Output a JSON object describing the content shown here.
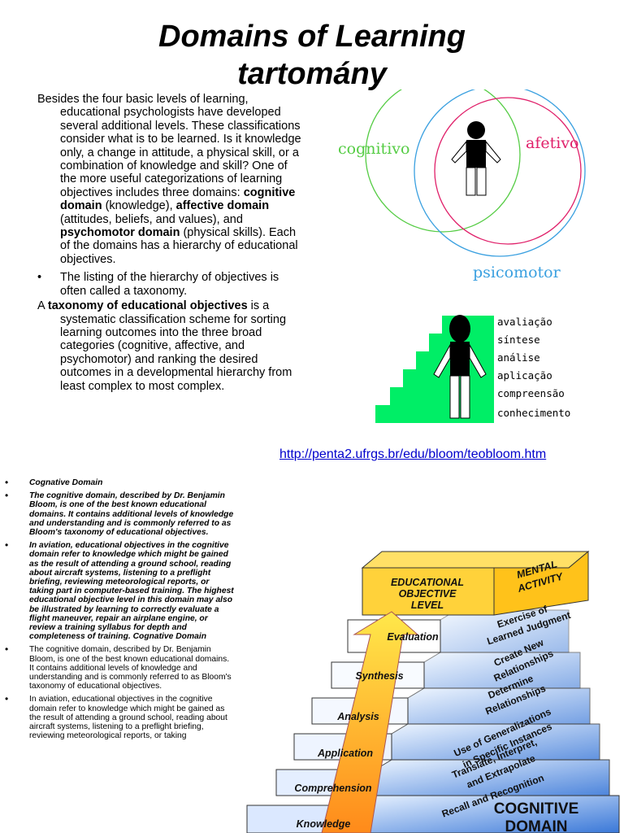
{
  "title_line1": "Domains of Learning",
  "title_line2": "tartomány",
  "intro": {
    "p1_a": "Besides the four basic levels of learning, educational psychologists have developed several additional levels. These classifications consider what is to be learned. Is it knowledge only, a change in attitude, a physical skill, or a combination of knowledge and skill? One of the more useful categorizations of learning objectives includes three domains: ",
    "p1_b1": "cognitive domain",
    "p1_c": " (knowledge), ",
    "p1_b2": "affective domain",
    "p1_d": " (attitudes, beliefs, and values), and ",
    "p1_b3": "psychomotor domain",
    "p1_e": " (physical skills). Each of the domains has a hierarchy of educational objectives.",
    "bullet": "•",
    "p2": "The listing of the hierarchy of objectives is often called a taxonomy.",
    "p3_a": "A ",
    "p3_b": "taxonomy of educational objectives",
    "p3_c": " is a systematic classification scheme for sorting learning outcomes into the three broad categories (cognitive, affective, and psychomotor) and ranking the desired outcomes in a developmental hierarchy from least complex to most complex."
  },
  "venn": {
    "cognitivo": "cognitivo",
    "afetivo": "afetivo",
    "psicomotor": "psicomotor",
    "colors": {
      "cognitivo": "#55cc44",
      "afetivo": "#e0206a",
      "psicomotor": "#3aa0e0"
    }
  },
  "stairs": {
    "levels": [
      "avaliação",
      "síntese",
      "análise",
      "aplicação",
      "compreensão",
      "conhecimento"
    ],
    "color": "#00ee66"
  },
  "link": "http://penta2.ufrgs.br/edu/bloom/teobloom.htm",
  "cog_list": [
    {
      "bold": true,
      "text": "Cognative Domain"
    },
    {
      "bold": true,
      "text": "The cognitive domain, described by Dr. Benjamin Bloom, is one of the best known educational domains. It contains additional levels of knowledge and understanding and is commonly referred to as Bloom's taxonomy of educational objectives."
    },
    {
      "bold": true,
      "text": "In aviation, educational objectives in the cognitive domain refer to knowledge which might be gained as the result of attending a ground school, reading about aircraft systems, listening to a preflight briefing, reviewing meteorological reports, or taking part in computer-based training. The highest educational objective level in this domain may also be illustrated by learning to correctly evaluate a flight maneuver, repair an airplane engine, or review a training syllabus for depth and completeness of training. Cognative Domain"
    },
    {
      "bold": false,
      "text": "The cognitive domain, described by Dr. Benjamin Bloom, is one of the best known educational domains. It contains additional levels of knowledge and understanding and is commonly referred to as Bloom's taxonomy of educational objectives."
    },
    {
      "bold": false,
      "text": "In aviation, educational objectives in the cognitive domain refer to knowledge which might be gained as the result of attending a ground school, reading about aircraft systems, listening to a preflight briefing, reviewing meteorological reports, or taking"
    }
  ],
  "pyramid": {
    "header_left": [
      "EDUCATIONAL",
      "OBJECTIVE",
      "LEVEL"
    ],
    "header_right": [
      "MENTAL",
      "ACTIVITY"
    ],
    "levels": [
      "Evaluation",
      "Synthesis",
      "Analysis",
      "Application",
      "Comprehension",
      "Knowledge"
    ],
    "activities": [
      [
        "Exercise of",
        "Learned Judgment"
      ],
      [
        "Create New",
        "Relationships"
      ],
      [
        "Determine",
        "Relationships"
      ],
      [
        "Use of Generalizations",
        "in Specific Instances"
      ],
      [
        "Translate, Interpret,",
        "and Extrapolate"
      ],
      [
        "Recall and Recognition"
      ]
    ],
    "caption": [
      "COGNITIVE",
      "DOMAIN"
    ]
  }
}
